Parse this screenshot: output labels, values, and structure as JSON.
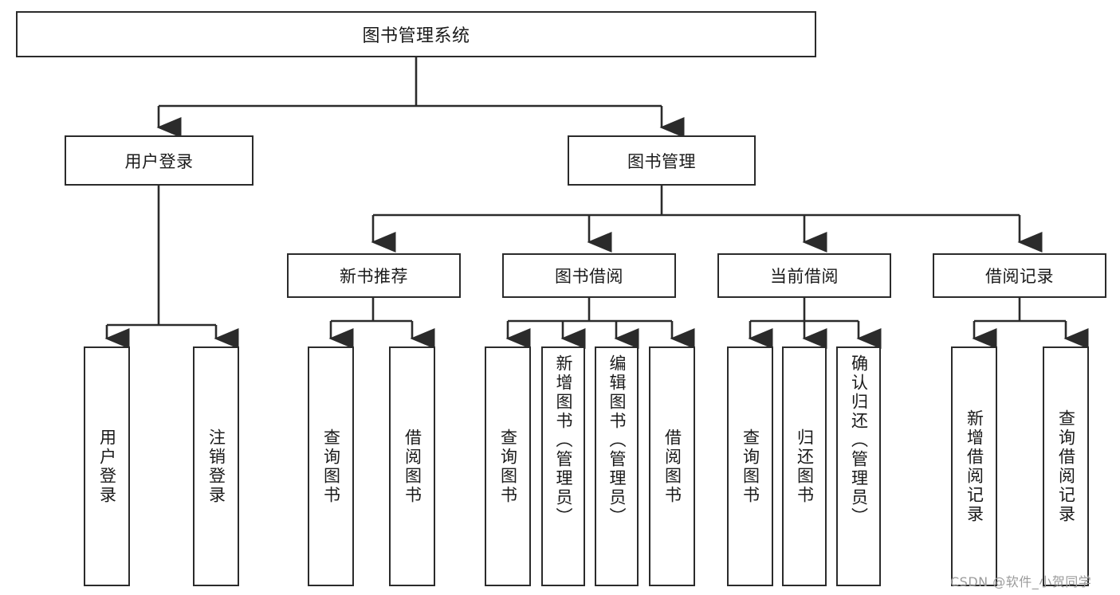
{
  "diagram": {
    "title": "图书管理系统",
    "type": "functional-structure-tree",
    "watermark": "CSDN @软件_小贺同学",
    "colors": {
      "stroke": "#2b2b2b",
      "fill": "#ffffff",
      "text": "#1a1a1a",
      "watermark": "#9b9b9b"
    },
    "levels": {
      "root": {
        "label": "图书管理系统"
      },
      "level2": [
        {
          "id": "user-login",
          "label": "用户登录"
        },
        {
          "id": "book-management",
          "label": "图书管理"
        }
      ],
      "level3": [
        {
          "id": "new-book-recommend",
          "label": "新书推荐"
        },
        {
          "id": "book-borrow",
          "label": "图书借阅"
        },
        {
          "id": "current-borrow",
          "label": "当前借阅"
        },
        {
          "id": "borrow-record",
          "label": "借阅记录"
        }
      ],
      "leaves": {
        "user-login": [
          {
            "id": "leaf-user-login",
            "label": "用户登录"
          },
          {
            "id": "leaf-logout-login",
            "label": "注销登录"
          }
        ],
        "new-book-recommend": [
          {
            "id": "leaf-query-book-1",
            "label": "查询图书"
          },
          {
            "id": "leaf-borrow-book-1",
            "label": "借阅图书"
          }
        ],
        "book-borrow": [
          {
            "id": "leaf-query-book-2",
            "label": "查询图书"
          },
          {
            "id": "leaf-add-book",
            "label": "新增图书（管理员）"
          },
          {
            "id": "leaf-edit-book",
            "label": "编辑图书（管理员）"
          },
          {
            "id": "leaf-borrow-book-2",
            "label": "借阅图书"
          }
        ],
        "current-borrow": [
          {
            "id": "leaf-query-book-3",
            "label": "查询图书"
          },
          {
            "id": "leaf-return-book",
            "label": "归还图书"
          },
          {
            "id": "leaf-confirm-return",
            "label": "确认归还（管理员）"
          }
        ],
        "borrow-record": [
          {
            "id": "leaf-add-record",
            "label": "新增借阅记录"
          },
          {
            "id": "leaf-query-record",
            "label": "查询借阅记录"
          }
        ]
      }
    }
  }
}
